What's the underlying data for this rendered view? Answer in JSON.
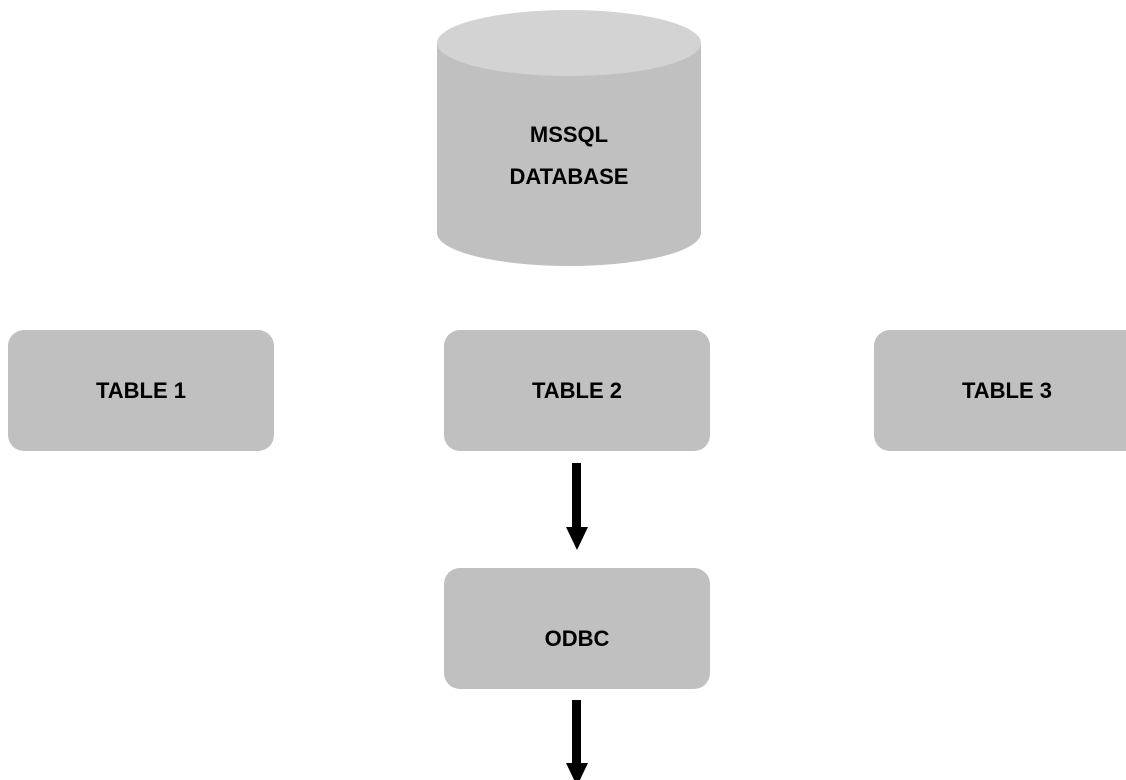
{
  "diagram": {
    "database": {
      "line1": "MSSQL",
      "line2": "DATABASE"
    },
    "tables": [
      {
        "label": "TABLE 1"
      },
      {
        "label": "TABLE 2"
      },
      {
        "label": "TABLE 3"
      }
    ],
    "odbc": {
      "label": "ODBC"
    }
  },
  "colors": {
    "node_fill": "#c0c0c0",
    "cylinder_top": "#d3d3d3",
    "arrow": "#000000",
    "text": "#000000"
  }
}
